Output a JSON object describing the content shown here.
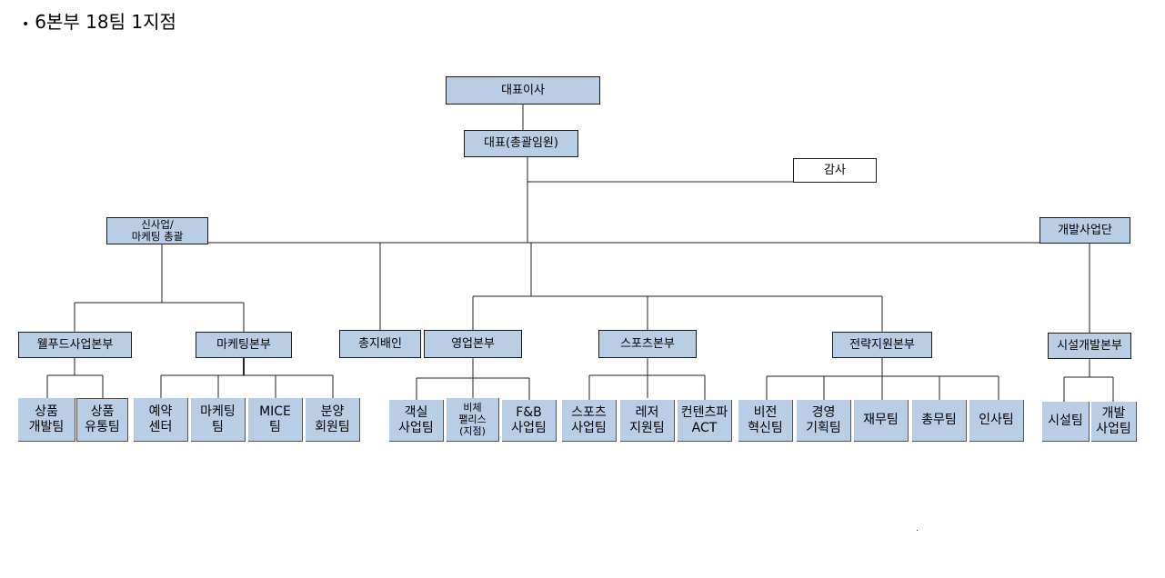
{
  "heading": {
    "bullet": "•",
    "text": "6본부 18팀 1지점"
  },
  "org": {
    "ceo": "대표이사",
    "rep": "대표(총괄임원)",
    "audit": "감사",
    "new_biz": "신사업/\n마케팅 총괄",
    "dev_group": "개발사업단",
    "divisions": {
      "wellfood": "웰푸드사업본부",
      "marketing": "마케팅본부",
      "branch": "총지배인",
      "sales": "영업본부",
      "sports": "스포츠본부",
      "strategy": "전략지원본부",
      "facility": "시설개발본부"
    },
    "teams": {
      "product_dev": "상품\n개발팀",
      "product_dist": "상품\n유통팀",
      "reservation": "예약\n센터",
      "marketing_team": "마케팅\n팀",
      "mice": "MICE\n팀",
      "sales_member": "분양\n회원팀",
      "room": "객실\n사업팀",
      "vivaldi": "비체\n팰리스\n(지점)",
      "fnb": "F&B\n사업팀",
      "sports_biz": "스포츠\n사업팀",
      "leisure": "레저\n지원팀",
      "contents": "컨텐츠파\nACT",
      "vision": "비전\n혁신팀",
      "planning": "경영\n기획팀",
      "finance": "재무팀",
      "general": "총무팀",
      "hr": "인사팀",
      "facility_team": "시설팀",
      "dev_biz": "개발\n사업팀"
    }
  }
}
